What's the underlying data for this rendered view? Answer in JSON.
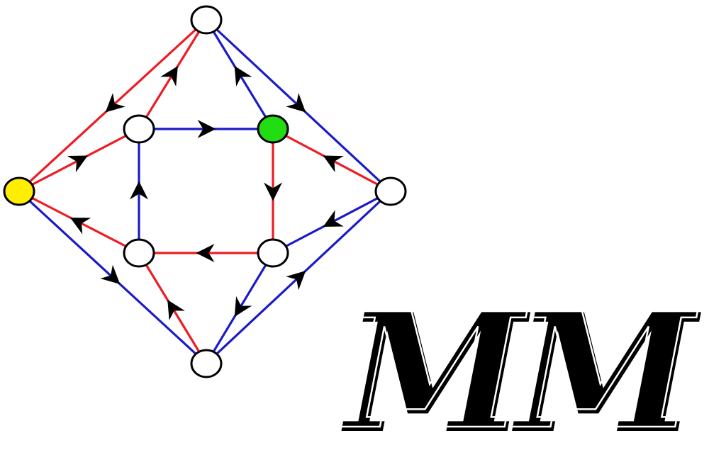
{
  "logo": {
    "text": "MM"
  },
  "colors": {
    "red_edge": "#ee1c24",
    "blue_edge": "#1b1bc8",
    "node_default": "#ffffff",
    "node_yellow": "#ffee00",
    "node_green": "#22dd11",
    "arrow": "#000000"
  },
  "graph": {
    "nodes": [
      {
        "id": "top",
        "fill": "white"
      },
      {
        "id": "left",
        "fill": "yellow"
      },
      {
        "id": "right",
        "fill": "white"
      },
      {
        "id": "bottom",
        "fill": "white"
      },
      {
        "id": "inner-top-left",
        "fill": "white"
      },
      {
        "id": "inner-top-right",
        "fill": "green"
      },
      {
        "id": "inner-bottom-left",
        "fill": "white"
      },
      {
        "id": "inner-bottom-right",
        "fill": "white"
      }
    ],
    "edges": [
      {
        "from": "left",
        "to": "top",
        "color": "red",
        "arrow": "reverse"
      },
      {
        "from": "inner-top-left",
        "to": "top",
        "color": "red",
        "arrow": "forward"
      },
      {
        "from": "inner-top-right",
        "to": "top",
        "color": "blue",
        "arrow": "forward"
      },
      {
        "from": "top",
        "to": "right",
        "color": "blue",
        "arrow": "forward"
      },
      {
        "from": "left",
        "to": "inner-top-left",
        "color": "red",
        "arrow": "forward"
      },
      {
        "from": "inner-top-left",
        "to": "inner-top-right",
        "color": "blue",
        "arrow": "forward"
      },
      {
        "from": "right",
        "to": "inner-top-right",
        "color": "red",
        "arrow": "forward"
      },
      {
        "from": "inner-top-right",
        "to": "inner-bottom-right",
        "color": "red",
        "arrow": "forward"
      },
      {
        "from": "inner-bottom-left",
        "to": "inner-top-left",
        "color": "blue",
        "arrow": "forward"
      },
      {
        "from": "inner-bottom-left",
        "to": "left",
        "color": "red",
        "arrow": "forward"
      },
      {
        "from": "inner-bottom-right",
        "to": "inner-bottom-left",
        "color": "red",
        "arrow": "forward"
      },
      {
        "from": "right",
        "to": "inner-bottom-right",
        "color": "blue",
        "arrow": "forward"
      },
      {
        "from": "left",
        "to": "bottom",
        "color": "blue",
        "arrow": "forward"
      },
      {
        "from": "bottom",
        "to": "inner-bottom-left",
        "color": "red",
        "arrow": "forward"
      },
      {
        "from": "inner-bottom-right",
        "to": "bottom",
        "color": "blue",
        "arrow": "forward"
      },
      {
        "from": "bottom",
        "to": "right",
        "color": "blue",
        "arrow": "forward"
      }
    ]
  }
}
